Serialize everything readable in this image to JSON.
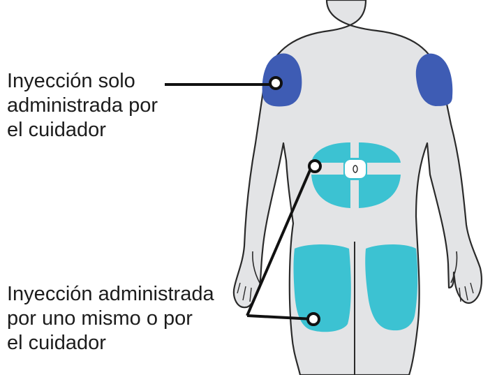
{
  "labels": {
    "caregiver_only": {
      "lines": [
        "Inyección solo",
        "administrada por",
        "el cuidador"
      ]
    },
    "self_or_caregiver": {
      "lines": [
        "Inyección administrada",
        "por uno mismo o por",
        "el cuidador"
      ]
    }
  },
  "colors": {
    "body_fill": "#e3e4e6",
    "body_outline": "#2a2a2a",
    "upper_arm_sites": "#3e5cb4",
    "abdomen_thigh_sites": "#3cc2d2",
    "pointer_line": "#111111",
    "label_text": "#1c1c1c"
  }
}
